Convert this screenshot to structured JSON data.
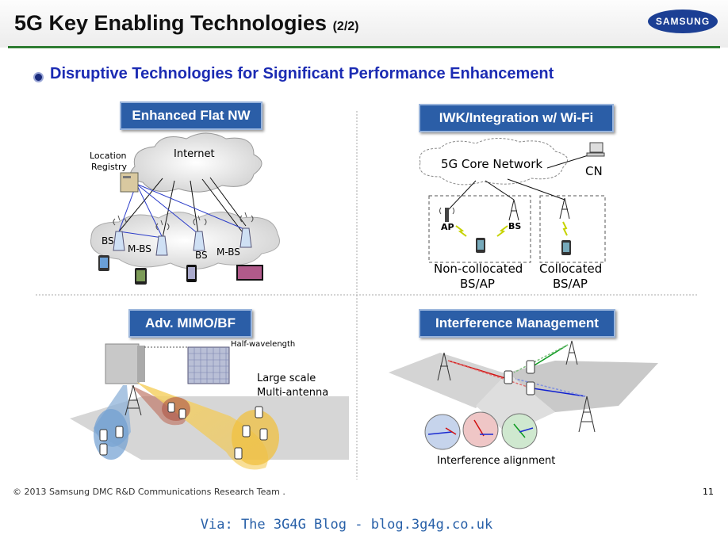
{
  "header": {
    "title": "5G Key Enabling Technologies",
    "title_suffix": "(2/2)",
    "logo_text": "SAMSUNG"
  },
  "main": {
    "heading": "Disruptive Technologies for Significant Performance Enhancement"
  },
  "panels": {
    "flat_nw": {
      "label": "Enhanced Flat NW",
      "internet": "Internet",
      "location_registry_line1": "Location",
      "location_registry_line2": "Registry",
      "bs_labels": [
        "BS",
        "M-BS",
        "BS",
        "M-BS"
      ]
    },
    "iwk": {
      "label": "IWK/Integration w/ Wi-Fi",
      "core_network": "5G Core Network",
      "cn": "CN",
      "ap": "AP",
      "bs": "BS",
      "noncollocated_line1": "Non-collocated",
      "noncollocated_line2": "BS/AP",
      "collocated_line1": "Collocated",
      "collocated_line2": "BS/AP"
    },
    "mimo": {
      "label": "Adv. MIMO/BF",
      "half_wavelength": "Half-wavelength",
      "large_scale_line1": "Large scale",
      "large_scale_line2": "Multi-antenna"
    },
    "interference": {
      "label": "Interference Management",
      "alignment": "Interference alignment"
    }
  },
  "footer": {
    "copyright": "© 2013 Samsung DMC R&D Communications Research Team   .",
    "page_number": "11",
    "via": "Via: The 3G4G Blog - blog.3g4g.co.uk"
  },
  "colors": {
    "accent_green": "#2e7d32",
    "heading_blue": "#1b2bb3",
    "label_box": "#2b5ea7",
    "via_blue": "#2860a8"
  }
}
